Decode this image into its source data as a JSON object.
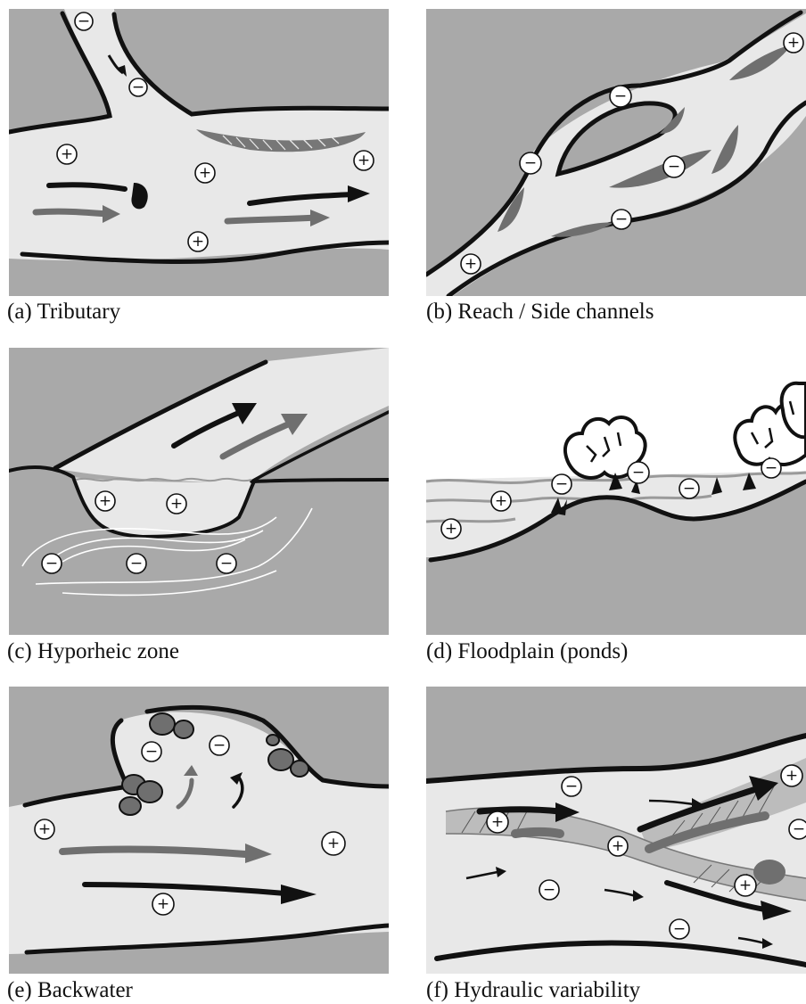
{
  "panels": [
    {
      "id": "a",
      "caption": "(a) Tributary"
    },
    {
      "id": "b",
      "caption": "(b) Reach / Side channels"
    },
    {
      "id": "c",
      "caption": "(c) Hyporheic zone"
    },
    {
      "id": "d",
      "caption": "(d) Floodplain (ponds)"
    },
    {
      "id": "e",
      "caption": "(e) Backwater"
    },
    {
      "id": "f",
      "caption": "(f) Hydraulic variability"
    }
  ],
  "symbols": {
    "plus": "+",
    "minus": "−"
  },
  "colors": {
    "land": "#a9a9a9",
    "water": "#e8e8e8",
    "sky": "#ffffff",
    "bank": "#111111",
    "flow_secondary": "#6f6f6f"
  }
}
